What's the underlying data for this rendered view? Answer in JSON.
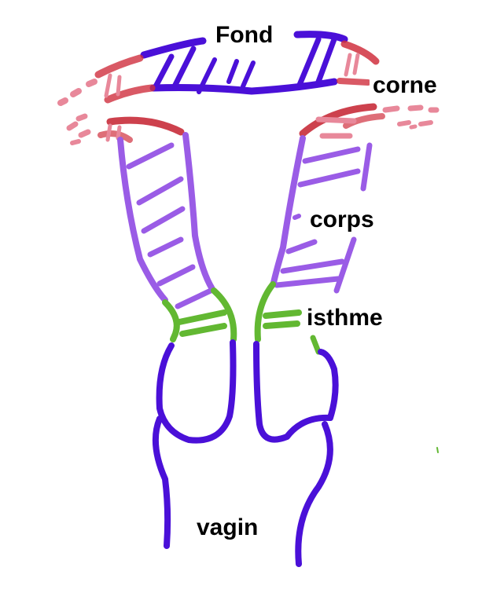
{
  "diagram": {
    "subject": "uterus anatomy sketch",
    "labels": {
      "fond": "Fond",
      "corne": "corne",
      "corps": "corps",
      "isthme": "isthme",
      "vagin": "vagin"
    },
    "colors": {
      "fond": "#4a10d8",
      "corne": "#d0303e",
      "corne_light": "#e8889a",
      "corps": "#9a5ce6",
      "isthme": "#62b832",
      "vagin": "#4a10d8",
      "background": "#ffffff",
      "text": "#000000"
    }
  }
}
